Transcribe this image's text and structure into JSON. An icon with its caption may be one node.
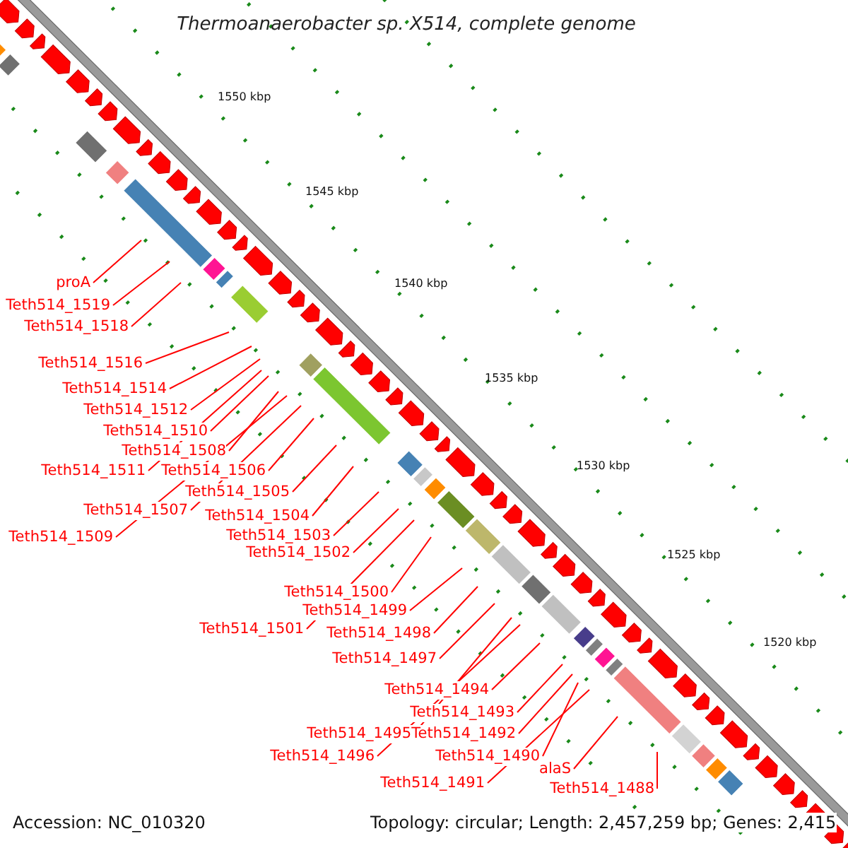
{
  "diagram": {
    "title": "Thermoanaerobacter sp. X514, complete genome",
    "nodes": [
      {
        "text": [
          "proA"
        ]
      },
      {
        "text": [
          "Teth514_1519"
        ]
      },
      {
        "text": [
          "Teth514_1518"
        ]
      },
      {
        "text": [
          "Teth514_1516"
        ]
      },
      {
        "text": [
          "Teth514_1514"
        ]
      },
      {
        "text": [
          "Teth514_1512"
        ]
      },
      {
        "text": [
          "Teth514_1510"
        ]
      },
      {
        "text": [
          "Teth514_1508"
        ]
      },
      {
        "text": [
          "Teth514_1511"
        ]
      },
      {
        "text": [
          "Teth514_1506"
        ]
      },
      {
        "text": [
          "Teth514_1505"
        ]
      },
      {
        "text": [
          "Teth514_1507"
        ]
      },
      {
        "text": [
          "Teth514_1504"
        ]
      },
      {
        "text": [
          "Teth514_1509"
        ]
      },
      {
        "text": [
          "Teth514_1503"
        ]
      },
      {
        "text": [
          "Teth514_1502"
        ]
      },
      {
        "text": [
          "Teth514_1500"
        ]
      },
      {
        "text": [
          "Teth514_1499"
        ]
      },
      {
        "text": [
          "Teth514_1501"
        ]
      },
      {
        "text": [
          "Teth514_1498"
        ]
      },
      {
        "text": [
          "Teth514_1497"
        ]
      },
      {
        "text": [
          "Teth514_1494"
        ]
      },
      {
        "text": [
          "Teth514_1493"
        ]
      },
      {
        "text": [
          "Teth514_1495"
        ]
      },
      {
        "text": [
          "Teth514_1492"
        ]
      },
      {
        "text": [
          "Teth514_1496"
        ]
      },
      {
        "text": [
          "Teth514_1490"
        ]
      },
      {
        "text": [
          "alaS"
        ]
      },
      {
        "text": [
          "Teth514_1491"
        ]
      },
      {
        "text": [
          "Teth514_1488"
        ]
      }
    ],
    "edges": [
      {
        "from": 0,
        "to": null,
        "arrow": "none"
      },
      {
        "from": 1,
        "to": null,
        "arrow": "none"
      },
      {
        "from": 2,
        "to": null,
        "arrow": "none"
      },
      {
        "from": 3,
        "to": null,
        "arrow": "none"
      },
      {
        "from": 4,
        "to": null,
        "arrow": "none"
      },
      {
        "from": 5,
        "to": null,
        "arrow": "none"
      },
      {
        "from": 6,
        "to": null,
        "arrow": "none"
      },
      {
        "from": 7,
        "to": null,
        "arrow": "none"
      },
      {
        "from": 8,
        "to": null,
        "arrow": "none"
      },
      {
        "from": 9,
        "to": null,
        "arrow": "none"
      },
      {
        "from": 10,
        "to": null,
        "arrow": "none"
      },
      {
        "from": 11,
        "to": null,
        "arrow": "none"
      },
      {
        "from": 12,
        "to": null,
        "arrow": "none"
      },
      {
        "from": 13,
        "to": null,
        "arrow": "none"
      },
      {
        "from": 14,
        "to": null,
        "arrow": "none"
      },
      {
        "from": 15,
        "to": null,
        "arrow": "none"
      },
      {
        "from": 16,
        "to": null,
        "arrow": "none"
      },
      {
        "from": 17,
        "to": null,
        "arrow": "none"
      },
      {
        "from": 18,
        "to": null,
        "arrow": "none"
      },
      {
        "from": 19,
        "to": null,
        "arrow": "none"
      },
      {
        "from": 20,
        "to": null,
        "arrow": "none"
      },
      {
        "from": 21,
        "to": null,
        "arrow": "none"
      },
      {
        "from": 22,
        "to": null,
        "arrow": "none"
      },
      {
        "from": 23,
        "to": null,
        "arrow": "none"
      },
      {
        "from": 24,
        "to": null,
        "arrow": "none"
      },
      {
        "from": 25,
        "to": null,
        "arrow": "none"
      },
      {
        "from": 26,
        "to": null,
        "arrow": "none"
      },
      {
        "from": 27,
        "to": null,
        "arrow": "none"
      },
      {
        "from": 28,
        "to": null,
        "arrow": "none"
      },
      {
        "from": 29,
        "to": null,
        "arrow": "none"
      }
    ],
    "labels": [
      "1550 kbp",
      "1545 kbp",
      "1540 kbp",
      "1535 kbp",
      "1530 kbp",
      "1525 kbp",
      "1520 kbp",
      "Accession: NC_010320",
      "Topology: circular; Length: 2,457,259 bp; Genes: 2,415"
    ]
  }
}
